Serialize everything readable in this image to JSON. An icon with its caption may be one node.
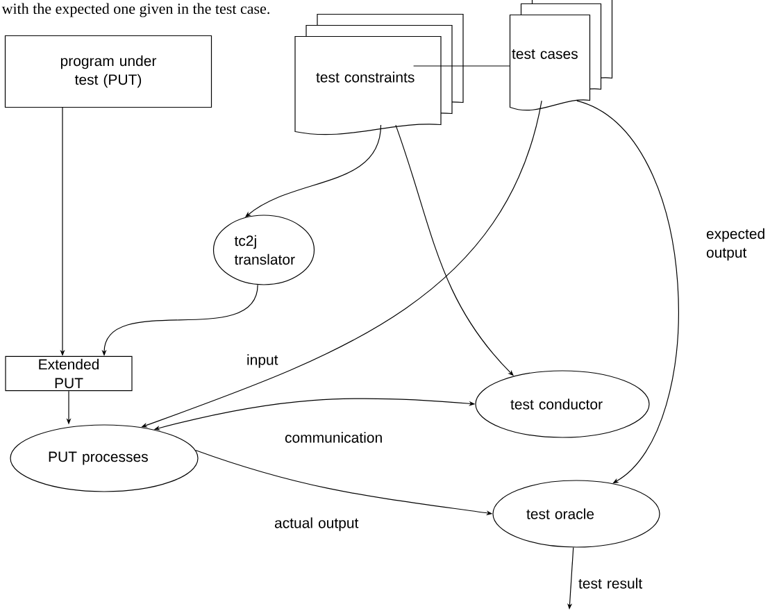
{
  "diagram": {
    "nodes": [
      {
        "text": [
          "program under test (PUT)"
        ]
      },
      {
        "text": [
          "test constraints"
        ]
      },
      {
        "text": [
          "test cases"
        ]
      },
      {
        "text": [
          "tc2j translator"
        ]
      },
      {
        "text": [
          "Extended PUT"
        ]
      },
      {
        "text": [
          "PUT processes"
        ]
      },
      {
        "text": [
          "test conductor"
        ]
      },
      {
        "text": [
          "test oracle"
        ]
      }
    ],
    "edges": [
      {
        "from": 0,
        "to": 4,
        "arrow": "to"
      },
      {
        "from": 3,
        "to": 4,
        "arrow": "to"
      },
      {
        "from": 1,
        "to": 3,
        "arrow": "to"
      },
      {
        "from": 1,
        "to": 6,
        "arrow": "to"
      },
      {
        "from": 2,
        "to": 1,
        "arrow": "none"
      },
      {
        "from": 2,
        "to": 5,
        "arrow": "to",
        "label": "input"
      },
      {
        "from": 2,
        "to": 7,
        "arrow": "to",
        "label": "expected output"
      },
      {
        "from": 4,
        "to": 5,
        "arrow": "to"
      },
      {
        "from": 5,
        "to": 6,
        "arrow": "both",
        "label": "communication"
      },
      {
        "from": 5,
        "to": 7,
        "arrow": "to",
        "label": "actual output"
      },
      {
        "from": 7,
        "to": null,
        "arrow": "to",
        "label": "test result"
      }
    ],
    "labels": [
      "with the expected one given in the test case."
    ]
  }
}
